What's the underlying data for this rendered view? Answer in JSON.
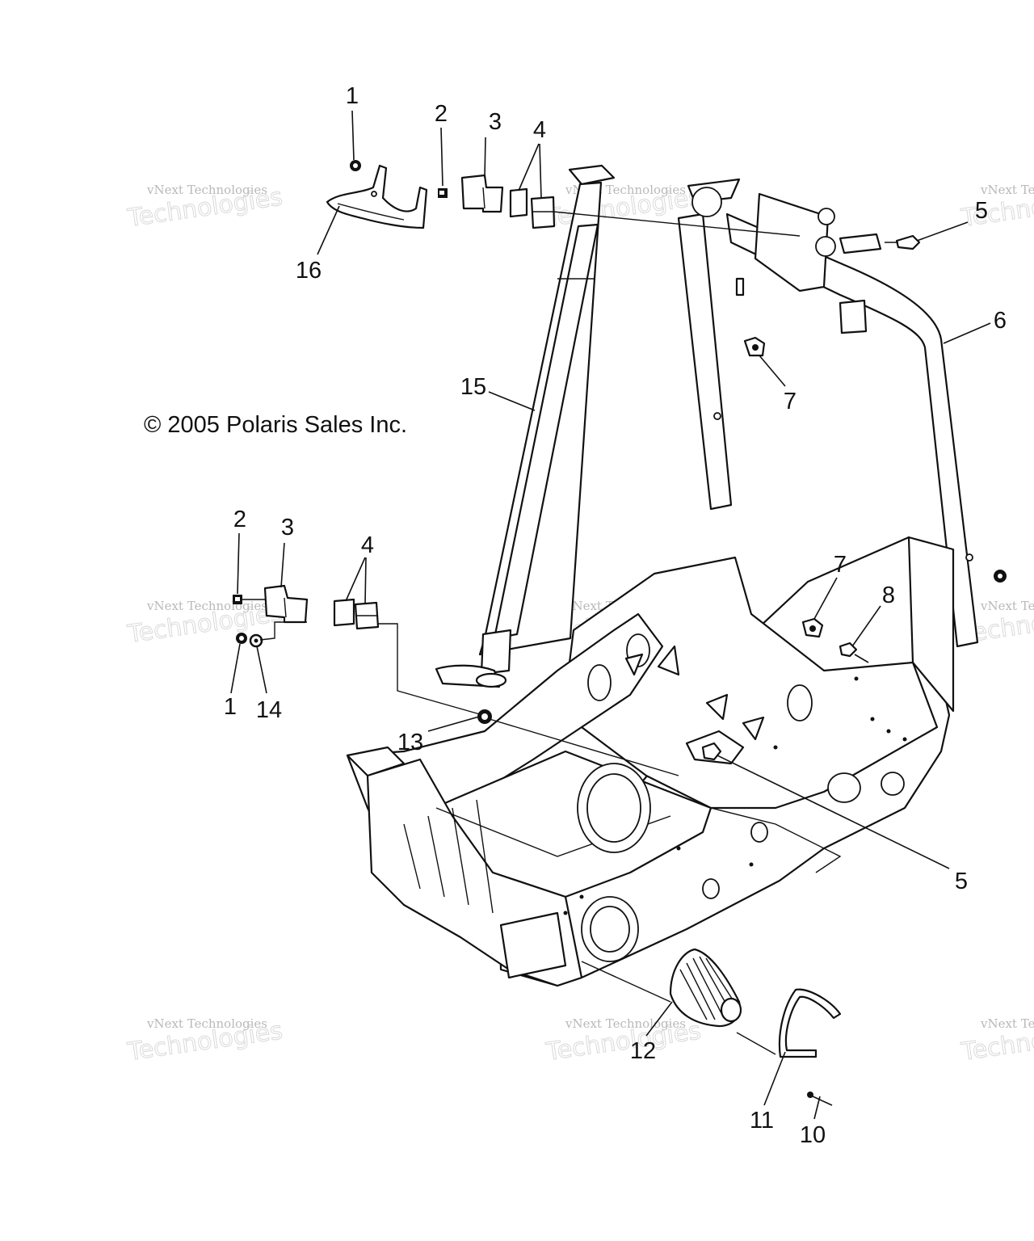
{
  "copyright": "© 2005 Polaris Sales Inc.",
  "watermark": {
    "line1": "vNext Technologies",
    "line2": "Technologies"
  },
  "callouts": {
    "c1_top": "1",
    "c2_top": "2",
    "c3_top": "3",
    "c4_top": "4",
    "c5_top": "5",
    "c6": "6",
    "c7_top": "7",
    "c15": "15",
    "c16": "16",
    "c2_mid": "2",
    "c3_mid": "3",
    "c4_mid": "4",
    "c7_mid": "7",
    "c8": "8",
    "c1_mid": "1",
    "c14": "14",
    "c13": "13",
    "c5_mid": "5",
    "c12": "12",
    "c11": "11",
    "c10": "10"
  },
  "colors": {
    "line": "#111111",
    "watermark": "#c8c8c8",
    "background": "#ffffff"
  }
}
